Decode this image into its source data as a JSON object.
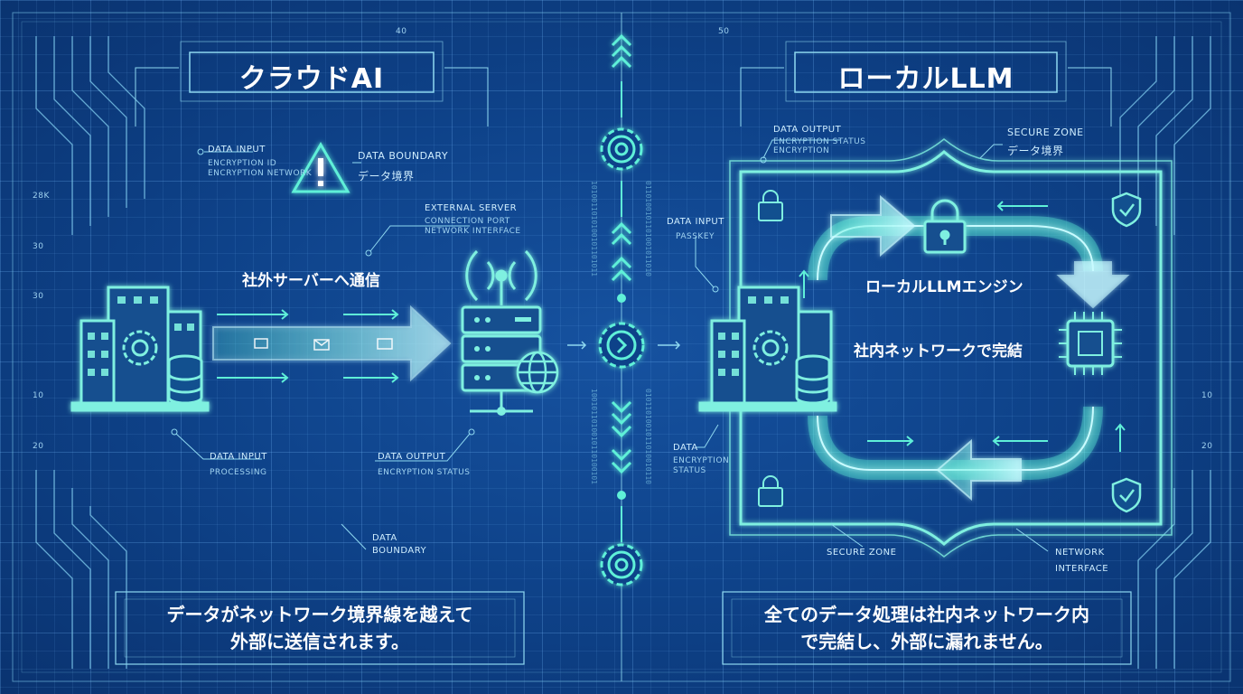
{
  "colors": {
    "background": "#0e4289",
    "line": "#8ed8f0",
    "accent": "#5ff0d8",
    "text": "#ffffff"
  },
  "left": {
    "title": "クラウドAI",
    "warning_label": "DATA BOUNDARY",
    "warning_sub": "データ境界",
    "data_input_label": "DATA INPUT",
    "data_input_sub1": "ENCRYPTION ID",
    "data_input_sub2": "ENCRYPTION NETWORK",
    "external_server_label": "EXTERNAL SERVER",
    "external_server_sub1": "CONNECTION PORT",
    "external_server_sub2": "NETWORK INTERFACE",
    "flow_label": "社外サーバーへ通信",
    "data_input2_label": "DATA INPUT",
    "data_input2_sub": "PROCESSING",
    "data_output_label": "DATA OUTPUT",
    "data_output_sub": "ENCRYPTION STATUS",
    "boundary_label1": "DATA",
    "boundary_label2": "BOUNDARY",
    "note_line1": "データがネットワーク境界線を越えて",
    "note_line2": "外部に送信されます。"
  },
  "right": {
    "title": "ローカルLLM",
    "data_output_label": "DATA OUTPUT",
    "data_output_sub1": "ENCRYPTION STATUS",
    "data_output_sub2": "ENCRYPTION",
    "secure_zone_label": "SECURE ZONE",
    "secure_zone_sub": "データ境界",
    "data_input_label": "DATA INPUT",
    "data_input_sub": "PASSKEY",
    "engine_label": "ローカルLLMエンジン",
    "closed_label": "社内ネットワークで完結",
    "data_label": "DATA",
    "data_sub1": "ENCRYPTION",
    "data_sub2": "STATUS",
    "secure_zone_bottom": "SECURE ZONE",
    "network_label1": "NETWORK",
    "network_label2": "INTERFACE",
    "note_line1": "全てのデータ処理は社内ネットワーク内",
    "note_line2": "で完結し、外部に漏れません。"
  },
  "ruler": {
    "mark_40": "40",
    "mark_50": "50",
    "side_1": "28K",
    "side_2": "30",
    "side_3": "30",
    "side_4": "10",
    "side_5": "20",
    "side_6": "10",
    "side_7": "20"
  },
  "icons": [
    "building-icon",
    "database-icon",
    "gear-icon",
    "warning-icon",
    "server-icon",
    "globe-icon",
    "wifi-icon",
    "lock-icon",
    "shield-icon",
    "chip-icon"
  ]
}
